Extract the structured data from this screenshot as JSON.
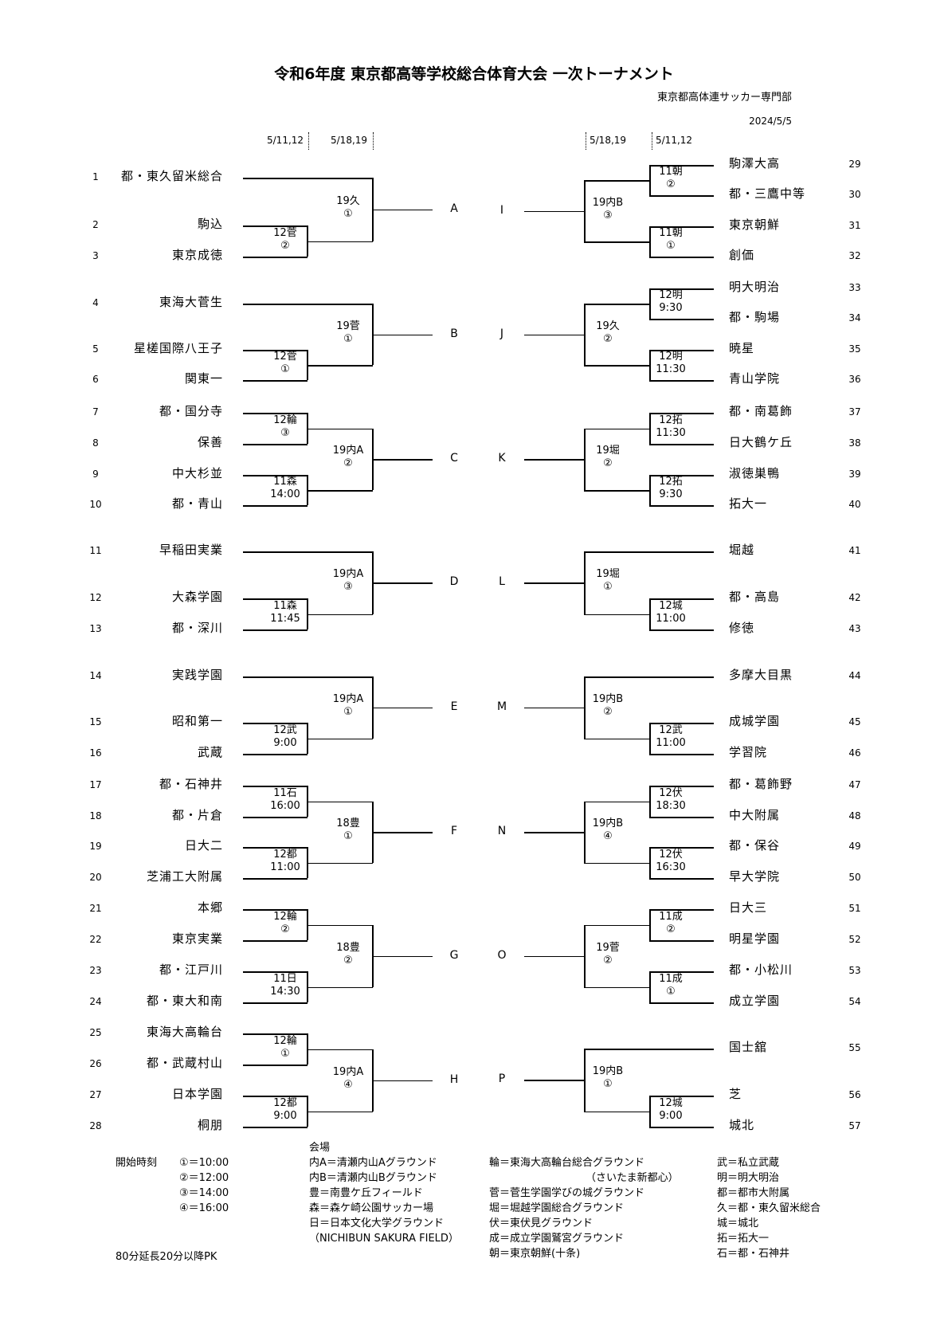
{
  "header": {
    "title": "令和6年度 東京都高等学校総合体育大会 一次トーナメント",
    "organizer": "東京都高体連サッカー専門部",
    "date": "2024/5/5"
  },
  "round_dates": {
    "left_r1": "5/11,12",
    "left_r2": "5/18,19",
    "right_r2": "5/18,19",
    "right_r1": "5/11,12"
  },
  "left_teams": [
    {
      "no": "1",
      "name": "都・東久留米総合"
    },
    {
      "no": "2",
      "name": "駒込"
    },
    {
      "no": "3",
      "name": "東京成徳"
    },
    {
      "no": "4",
      "name": "東海大菅生"
    },
    {
      "no": "5",
      "name": "星槎国際八王子"
    },
    {
      "no": "6",
      "name": "関東一"
    },
    {
      "no": "7",
      "name": "都・国分寺"
    },
    {
      "no": "8",
      "name": "保善"
    },
    {
      "no": "9",
      "name": "中大杉並"
    },
    {
      "no": "10",
      "name": "都・青山"
    },
    {
      "no": "11",
      "name": "早稲田実業"
    },
    {
      "no": "12",
      "name": "大森学園"
    },
    {
      "no": "13",
      "name": "都・深川"
    },
    {
      "no": "14",
      "name": "実践学園"
    },
    {
      "no": "15",
      "name": "昭和第一"
    },
    {
      "no": "16",
      "name": "武蔵"
    },
    {
      "no": "17",
      "name": "都・石神井"
    },
    {
      "no": "18",
      "name": "都・片倉"
    },
    {
      "no": "19",
      "name": "日大二"
    },
    {
      "no": "20",
      "name": "芝浦工大附属"
    },
    {
      "no": "21",
      "name": "本郷"
    },
    {
      "no": "22",
      "name": "東京実業"
    },
    {
      "no": "23",
      "name": "都・江戸川"
    },
    {
      "no": "24",
      "name": "都・東大和南"
    },
    {
      "no": "25",
      "name": "東海大高輪台"
    },
    {
      "no": "26",
      "name": "都・武蔵村山"
    },
    {
      "no": "27",
      "name": "日本学園"
    },
    {
      "no": "28",
      "name": "桐朋"
    }
  ],
  "right_teams": [
    {
      "no": "29",
      "name": "駒澤大高"
    },
    {
      "no": "30",
      "name": "都・三鷹中等"
    },
    {
      "no": "31",
      "name": "東京朝鮮"
    },
    {
      "no": "32",
      "name": "創価"
    },
    {
      "no": "33",
      "name": "明大明治"
    },
    {
      "no": "34",
      "name": "都・駒場"
    },
    {
      "no": "35",
      "name": "暁星"
    },
    {
      "no": "36",
      "name": "青山学院"
    },
    {
      "no": "37",
      "name": "都・南葛飾"
    },
    {
      "no": "38",
      "name": "日大鶴ケ丘"
    },
    {
      "no": "39",
      "name": "淑徳巣鴨"
    },
    {
      "no": "40",
      "name": "拓大一"
    },
    {
      "no": "41",
      "name": "堀越"
    },
    {
      "no": "42",
      "name": "都・高島"
    },
    {
      "no": "43",
      "name": "修徳"
    },
    {
      "no": "44",
      "name": "多摩大目黒"
    },
    {
      "no": "45",
      "name": "成城学園"
    },
    {
      "no": "46",
      "name": "学習院"
    },
    {
      "no": "47",
      "name": "都・葛飾野"
    },
    {
      "no": "48",
      "name": "中大附属"
    },
    {
      "no": "49",
      "name": "都・保谷"
    },
    {
      "no": "50",
      "name": "早大学院"
    },
    {
      "no": "51",
      "name": "日大三"
    },
    {
      "no": "52",
      "name": "明星学園"
    },
    {
      "no": "53",
      "name": "都・小松川"
    },
    {
      "no": "54",
      "name": "成立学園"
    },
    {
      "no": "55",
      "name": "国士舘"
    },
    {
      "no": "56",
      "name": "芝"
    },
    {
      "no": "57",
      "name": "城北"
    }
  ],
  "left_r1_matches": [
    {
      "l1": "12菅",
      "l2": "②"
    },
    {
      "l1": "12菅",
      "l2": "①"
    },
    {
      "l1": "12輪",
      "l2": "③"
    },
    {
      "l1": "11森",
      "l2": "14:00"
    },
    {
      "l1": "11森",
      "l2": "11:45"
    },
    {
      "l1": "12武",
      "l2": "9:00"
    },
    {
      "l1": "11石",
      "l2": "16:00"
    },
    {
      "l1": "12都",
      "l2": "11:00"
    },
    {
      "l1": "12輪",
      "l2": "②"
    },
    {
      "l1": "11日",
      "l2": "14:30"
    },
    {
      "l1": "12輪",
      "l2": "①"
    },
    {
      "l1": "12都",
      "l2": "9:00"
    }
  ],
  "right_r1_matches": [
    {
      "l1": "11朝",
      "l2": "②"
    },
    {
      "l1": "11朝",
      "l2": "①"
    },
    {
      "l1": "12明",
      "l2": "9:30"
    },
    {
      "l1": "12明",
      "l2": "11:30"
    },
    {
      "l1": "12拓",
      "l2": "11:30"
    },
    {
      "l1": "12拓",
      "l2": "9:30"
    },
    {
      "l1": "12城",
      "l2": "11:00"
    },
    {
      "l1": "12武",
      "l2": "11:00"
    },
    {
      "l1": "12伏",
      "l2": "18:30"
    },
    {
      "l1": "12伏",
      "l2": "16:30"
    },
    {
      "l1": "11成",
      "l2": "②"
    },
    {
      "l1": "11成",
      "l2": "①"
    },
    {
      "l1": "12城",
      "l2": "9:00"
    }
  ],
  "left_blocks": [
    {
      "letter": "A",
      "l1": "19久",
      "l2": "①"
    },
    {
      "letter": "B",
      "l1": "19菅",
      "l2": "①"
    },
    {
      "letter": "C",
      "l1": "19内A",
      "l2": "②"
    },
    {
      "letter": "D",
      "l1": "19内A",
      "l2": "③"
    },
    {
      "letter": "E",
      "l1": "19内A",
      "l2": "①"
    },
    {
      "letter": "F",
      "l1": "18豊",
      "l2": "①"
    },
    {
      "letter": "G",
      "l1": "18豊",
      "l2": "②"
    },
    {
      "letter": "H",
      "l1": "19内A",
      "l2": "④"
    }
  ],
  "right_blocks": [
    {
      "letter": "I",
      "l1": "19内B",
      "l2": "③"
    },
    {
      "letter": "J",
      "l1": "19久",
      "l2": "②"
    },
    {
      "letter": "K",
      "l1": "19堀",
      "l2": "②"
    },
    {
      "letter": "L",
      "l1": "19堀",
      "l2": "①"
    },
    {
      "letter": "M",
      "l1": "19内B",
      "l2": "②"
    },
    {
      "letter": "N",
      "l1": "19内B",
      "l2": "④"
    },
    {
      "letter": "O",
      "l1": "19菅",
      "l2": "②"
    },
    {
      "letter": "P",
      "l1": "19内B",
      "l2": "①"
    }
  ],
  "footer": {
    "start_label": "開始時刻",
    "start_times": [
      "①＝10:00",
      "②＝12:00",
      "③＝14:00",
      "④＝16:00"
    ],
    "extra_time": "80分延長20分以降PK",
    "venue_heading": "会場",
    "venues_col1": [
      "内A＝清瀬内山Aグラウンド",
      "内B＝清瀬内山Bグラウンド",
      "豊＝南豊ケ丘フィールド",
      "森＝森ケ崎公園サッカー場",
      "日＝日本文化大学グラウンド",
      "（NICHIBUN SAKURA FIELD）"
    ],
    "venues_col2": [
      "輪＝東海大高輪台総合グラウンド",
      "（さいたま新都心）",
      "菅＝菅生学園学びの城グラウンド",
      "堀＝堀越学園総合グラウンド",
      "伏＝東伏見グラウンド",
      "成＝成立学園鷲宮グラウンド",
      "朝＝東京朝鮮(十条)"
    ],
    "venues_col3": [
      "武＝私立武蔵",
      "明＝明大明治",
      "都＝都市大附属",
      "久＝都・東久留米総合",
      "城＝城北",
      "拓＝拓大一",
      "石＝都・石神井"
    ]
  }
}
